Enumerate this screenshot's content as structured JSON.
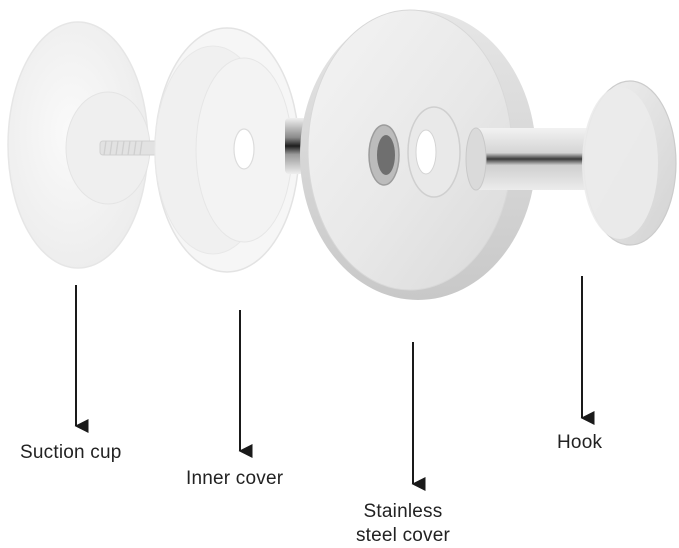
{
  "diagram": {
    "parts": [
      {
        "id": "suction_cup",
        "label": "Suction cup"
      },
      {
        "id": "inner_cover",
        "label": "Inner cover"
      },
      {
        "id": "steel_cover",
        "label_line1": "Stainless",
        "label_line2": "steel cover"
      },
      {
        "id": "hook",
        "label": "Hook"
      }
    ]
  },
  "colors": {
    "suction_cup": "#f4f4f4",
    "inner_cover": "#f1f1f1",
    "steel_cover": "#e9e9e9",
    "steel_shadow": "#cfcfcf",
    "hook": "#e2e2e2",
    "chrome_dark": "#2a2a2a",
    "arrow": "#1a1a1a",
    "label_text": "#222222"
  }
}
